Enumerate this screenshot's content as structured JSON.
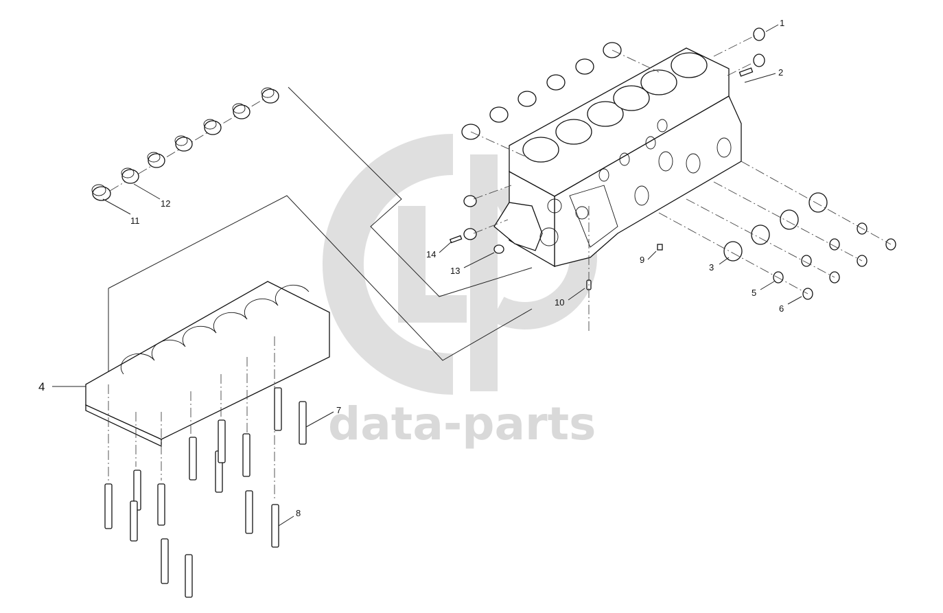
{
  "watermark": {
    "text": "data-parts",
    "logo": "gb-logo-watermark",
    "color": "#d9d9d9"
  },
  "diagram": {
    "colors": {
      "line": "#111111",
      "background": "#ffffff"
    },
    "callouts": [
      {
        "id": "1",
        "label": "1"
      },
      {
        "id": "2",
        "label": "2"
      },
      {
        "id": "3",
        "label": "3"
      },
      {
        "id": "4",
        "label": "4"
      },
      {
        "id": "5",
        "label": "5"
      },
      {
        "id": "6",
        "label": "6"
      },
      {
        "id": "7",
        "label": "7"
      },
      {
        "id": "8",
        "label": "8"
      },
      {
        "id": "9",
        "label": "9"
      },
      {
        "id": "10",
        "label": "10"
      },
      {
        "id": "11",
        "label": "11"
      },
      {
        "id": "12",
        "label": "12"
      },
      {
        "id": "13",
        "label": "13"
      },
      {
        "id": "14",
        "label": "14"
      }
    ]
  }
}
